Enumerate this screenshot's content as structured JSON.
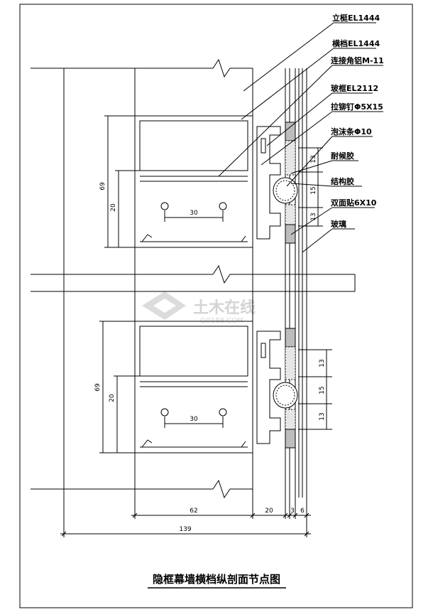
{
  "drawing": {
    "title": "隐框幕墙横档纵剖面节点图",
    "labels": [
      {
        "key": "mullion",
        "text": "立梃EL1444"
      },
      {
        "key": "transom",
        "text": "横档EL1444"
      },
      {
        "key": "angle",
        "text": "连接角铝M-11"
      },
      {
        "key": "glass_frame",
        "text": "玻框EL2112"
      },
      {
        "key": "rivet",
        "text": "拉铆钉Φ5X15"
      },
      {
        "key": "foam",
        "text": "泡沫条Φ10"
      },
      {
        "key": "weather_seal",
        "text": "耐候胶"
      },
      {
        "key": "structural_seal",
        "text": "结构胶"
      },
      {
        "key": "tape",
        "text": "双面贴6X10"
      },
      {
        "key": "glass",
        "text": "玻璃"
      }
    ],
    "dimensions": {
      "top_height": "69",
      "top_inner": "20",
      "top_pitch": "30",
      "top_r1": "13",
      "top_r2": "15",
      "top_r3": "13",
      "bot_height": "69",
      "bot_inner": "20",
      "bot_pitch": "30",
      "bot_r1": "13",
      "bot_r2": "15",
      "bot_r3": "13",
      "w1": "62",
      "w2": "20",
      "w3": "3",
      "w4": "6",
      "total": "139"
    },
    "watermark": {
      "main": "土木在线",
      "sub": "CO188.COM"
    }
  }
}
